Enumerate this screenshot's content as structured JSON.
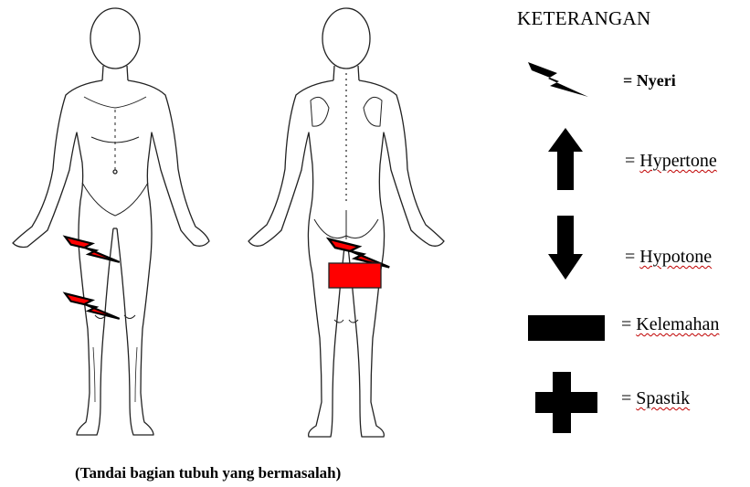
{
  "legend": {
    "title": "KETERANGAN",
    "items": [
      {
        "key": "nyeri",
        "icon": "lightning-bolt-icon",
        "prefix": "= ",
        "label": "Nyeri",
        "bold": true,
        "wavy": false
      },
      {
        "key": "hypertone",
        "icon": "arrow-up-icon",
        "prefix": "= ",
        "label": "Hypertone",
        "bold": false,
        "wavy": true
      },
      {
        "key": "hypotone",
        "icon": "arrow-down-icon",
        "prefix": "= ",
        "label": "Hypotone",
        "bold": false,
        "wavy": true
      },
      {
        "key": "kelemahan",
        "icon": "minus-bar-icon",
        "prefix": "= ",
        "label": "Kelemahan",
        "bold": false,
        "wavy": true
      },
      {
        "key": "spastik",
        "icon": "plus-cross-icon",
        "prefix": "= ",
        "label": "Spastik",
        "bold": false,
        "wavy": true
      }
    ]
  },
  "figure": {
    "views": [
      "front-body-view",
      "back-body-view"
    ],
    "markers": [
      {
        "view": "front",
        "type": "nyeri",
        "location": "right thigh",
        "color": "#ff0000"
      },
      {
        "view": "front",
        "type": "nyeri",
        "location": "right knee",
        "color": "#ff0000"
      },
      {
        "view": "back",
        "type": "nyeri",
        "location": "buttock",
        "color": "#ff0000"
      },
      {
        "view": "back",
        "type": "kelemahan",
        "location": "upper thigh",
        "color": "#ff0000"
      }
    ]
  },
  "caption": "(Tandai bagian tubuh yang bermasalah)",
  "colors": {
    "marker": "#ff0000",
    "outline": "#222222",
    "legend_icon": "#000000",
    "spellcheck": "#c00000"
  }
}
